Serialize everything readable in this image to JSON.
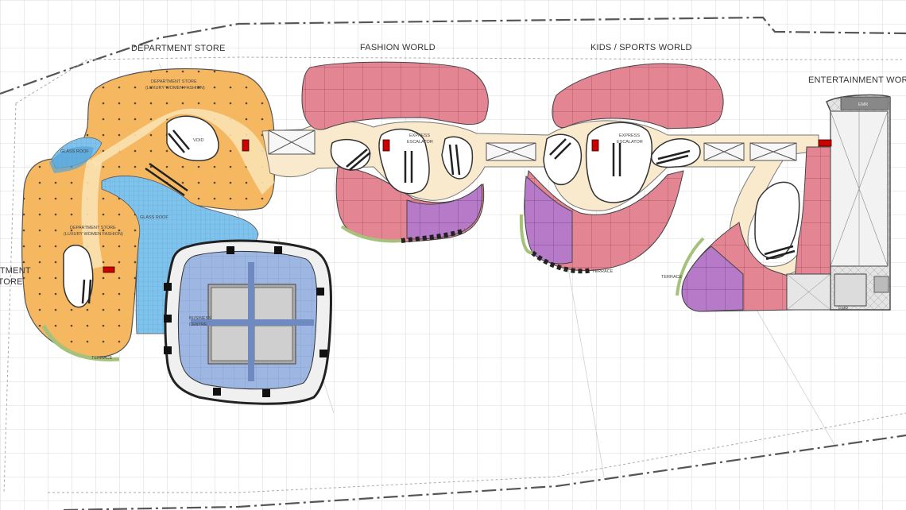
{
  "zones": {
    "department_store": "DEPARTMENT STORE",
    "fashion_world": "FASHION WORLD",
    "kids_sports_world": "KIDS / SPORTS WORLD",
    "entertainment_world": "ENTERTAINMENT WORLD",
    "left_edge_line1": "DEPARTMENT",
    "left_edge_line2": "STORE"
  },
  "labels": {
    "dept_store_upper_line1": "DEPARTMENT STORE",
    "dept_store_upper_line2": "(LUXURY WOMEN FASHION)",
    "dept_store_lower_line1": "DEPARTMENT STORE",
    "dept_store_lower_line2": "(LUXURY WOMEN FASHION)",
    "glass_roof": "GLASS ROOF",
    "glass_roof_small": "GLASS ROOF",
    "business_centre_line1": "BUSINESS",
    "business_centre_line2": "CENTRE",
    "express_escalator_1_line1": "EXPRESS",
    "express_escalator_1_line2": "ESCALATOR",
    "express_escalator_2_line1": "EXPRESS",
    "express_escalator_2_line2": "ESCALATOR",
    "terrace_1": "TERRACE",
    "terrace_2": "TERRACE",
    "terrace_3": "TERRACE",
    "void": "VOID",
    "emr": "EMR",
    "emr_1": "EMR"
  },
  "colors": {
    "grid": "#c8c8c8",
    "dept_store": "#f5b660",
    "retail": "#e07b8a",
    "retail_alt": "#b37ac9",
    "corridor": "#f8e8c8",
    "glass": "#6fb8e6",
    "tower": "#9bb5e0",
    "entertainment": "#e0e0e0",
    "green_edge": "#a6c27a"
  }
}
